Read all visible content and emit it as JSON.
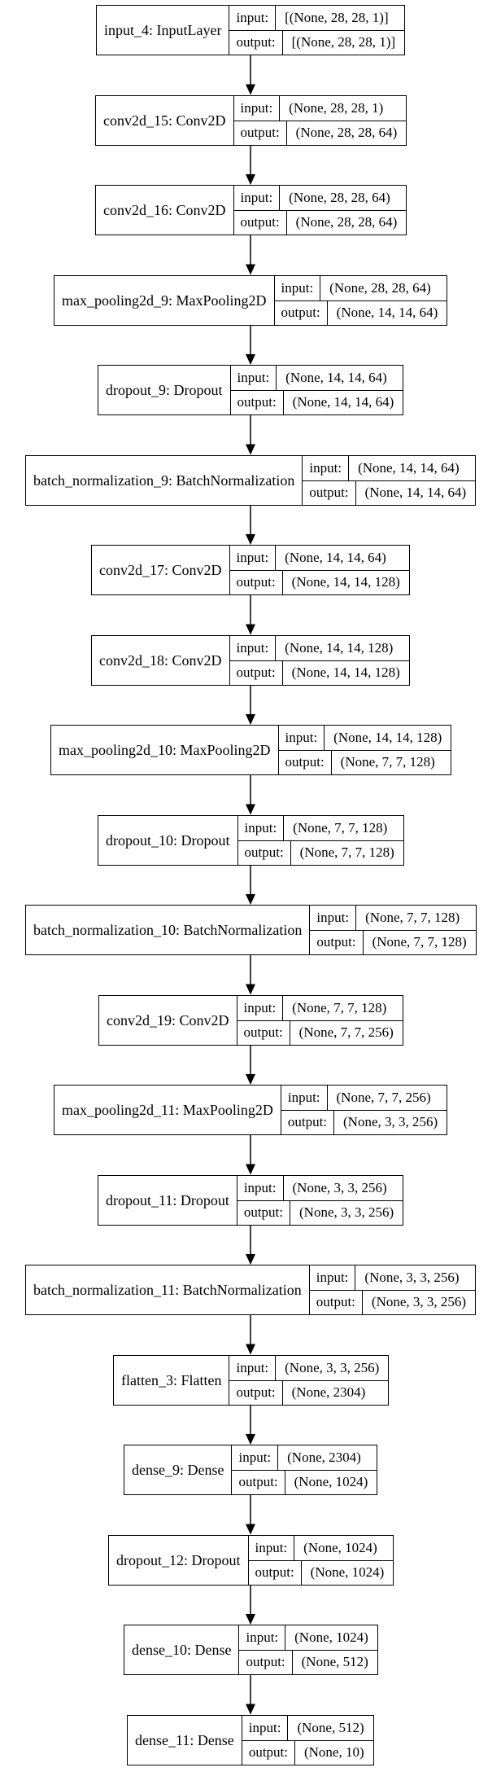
{
  "diagram": {
    "input_key": "input:",
    "output_key": "output:",
    "nodes": [
      {
        "name": "input_4: InputLayer",
        "input": "[(None, 28, 28, 1)]",
        "output": "[(None, 28, 28, 1)]"
      },
      {
        "name": "conv2d_15: Conv2D",
        "input": "(None, 28, 28, 1)",
        "output": "(None, 28, 28, 64)"
      },
      {
        "name": "conv2d_16: Conv2D",
        "input": "(None, 28, 28, 64)",
        "output": "(None, 28, 28, 64)"
      },
      {
        "name": "max_pooling2d_9: MaxPooling2D",
        "input": "(None, 28, 28, 64)",
        "output": "(None, 14, 14, 64)"
      },
      {
        "name": "dropout_9: Dropout",
        "input": "(None, 14, 14, 64)",
        "output": "(None, 14, 14, 64)"
      },
      {
        "name": "batch_normalization_9: BatchNormalization",
        "input": "(None, 14, 14, 64)",
        "output": "(None, 14, 14, 64)"
      },
      {
        "name": "conv2d_17: Conv2D",
        "input": "(None, 14, 14, 64)",
        "output": "(None, 14, 14, 128)"
      },
      {
        "name": "conv2d_18: Conv2D",
        "input": "(None, 14, 14, 128)",
        "output": "(None, 14, 14, 128)"
      },
      {
        "name": "max_pooling2d_10: MaxPooling2D",
        "input": "(None, 14, 14, 128)",
        "output": "(None, 7, 7, 128)"
      },
      {
        "name": "dropout_10: Dropout",
        "input": "(None, 7, 7, 128)",
        "output": "(None, 7, 7, 128)"
      },
      {
        "name": "batch_normalization_10: BatchNormalization",
        "input": "(None, 7, 7, 128)",
        "output": "(None, 7, 7, 128)"
      },
      {
        "name": "conv2d_19: Conv2D",
        "input": "(None, 7, 7, 128)",
        "output": "(None, 7, 7, 256)"
      },
      {
        "name": "max_pooling2d_11: MaxPooling2D",
        "input": "(None, 7, 7, 256)",
        "output": "(None, 3, 3, 256)"
      },
      {
        "name": "dropout_11: Dropout",
        "input": "(None, 3, 3, 256)",
        "output": "(None, 3, 3, 256)"
      },
      {
        "name": "batch_normalization_11: BatchNormalization",
        "input": "(None, 3, 3, 256)",
        "output": "(None, 3, 3, 256)"
      },
      {
        "name": "flatten_3: Flatten",
        "input": "(None, 3, 3, 256)",
        "output": "(None, 2304)"
      },
      {
        "name": "dense_9: Dense",
        "input": "(None, 2304)",
        "output": "(None, 1024)"
      },
      {
        "name": "dropout_12: Dropout",
        "input": "(None, 1024)",
        "output": "(None, 1024)"
      },
      {
        "name": "dense_10: Dense",
        "input": "(None, 1024)",
        "output": "(None, 512)"
      },
      {
        "name": "dense_11: Dense",
        "input": "(None, 512)",
        "output": "(None, 10)"
      }
    ]
  }
}
